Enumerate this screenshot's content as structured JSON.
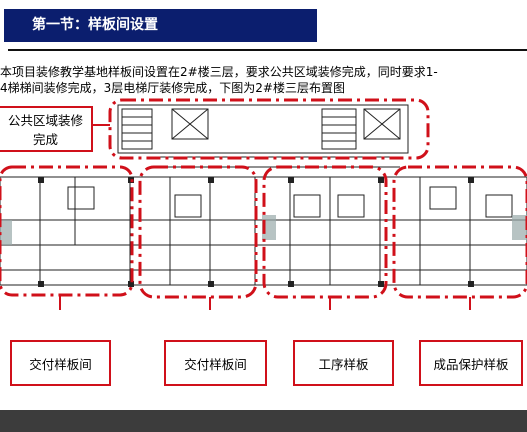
{
  "slide": {
    "title": "第一节：样板间设置",
    "intro_line1": "本项目装修教学基地样板间设置在2#楼三层，要求公共区域装修完成，同时要求1-",
    "intro_line2": "4梯梯间装修完成，3层电梯厅装修完成，下图为2#楼三层布置图"
  },
  "callouts": {
    "public_area_line1": "公共区域装修",
    "public_area_line2": "完成",
    "delivery_room_1": "交付样板间",
    "delivery_room_2": "交付样板间",
    "process_sample": "工序样板",
    "protection_sample": "成品保护样板"
  },
  "colors": {
    "title_bg": "#0b1e6e",
    "accent_red": "#d0101a",
    "footer": "#3c3c3c"
  }
}
